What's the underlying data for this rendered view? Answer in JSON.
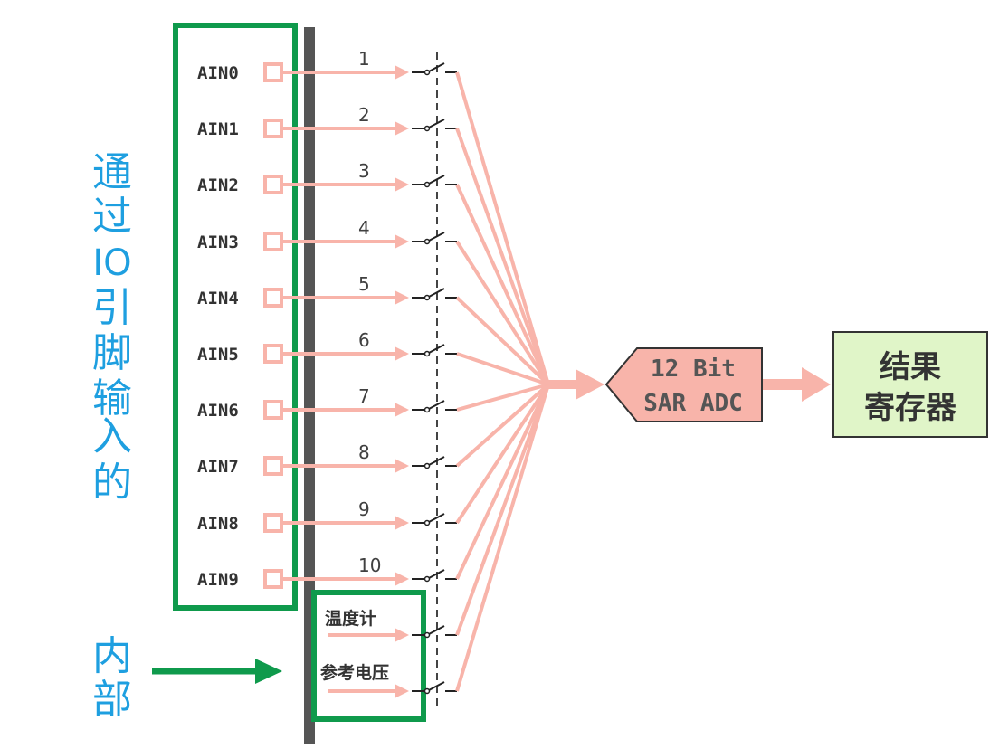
{
  "channels": [
    {
      "pin": "AIN0",
      "num": "1"
    },
    {
      "pin": "AIN1",
      "num": "2"
    },
    {
      "pin": "AIN2",
      "num": "3"
    },
    {
      "pin": "AIN3",
      "num": "4"
    },
    {
      "pin": "AIN4",
      "num": "5"
    },
    {
      "pin": "AIN5",
      "num": "6"
    },
    {
      "pin": "AIN6",
      "num": "7"
    },
    {
      "pin": "AIN7",
      "num": "8"
    },
    {
      "pin": "AIN8",
      "num": "9"
    },
    {
      "pin": "AIN9",
      "num": "10"
    }
  ],
  "internal_channels": [
    "温度计",
    "参考电压"
  ],
  "left_labels": {
    "io": "通过IO引脚输入的",
    "internal": "内部"
  },
  "adc": {
    "line1": "12 Bit",
    "line2": "SAR ADC"
  },
  "result": {
    "line1": "结果",
    "line2": "寄存器"
  },
  "colors": {
    "signal": "#f8b4aa",
    "green_frame": "#0f9a4c",
    "blue_text": "#1e9fe0",
    "adc_fill": "#f8b4aa",
    "result_fill": "#e0f5c8",
    "bus": "#555555"
  }
}
